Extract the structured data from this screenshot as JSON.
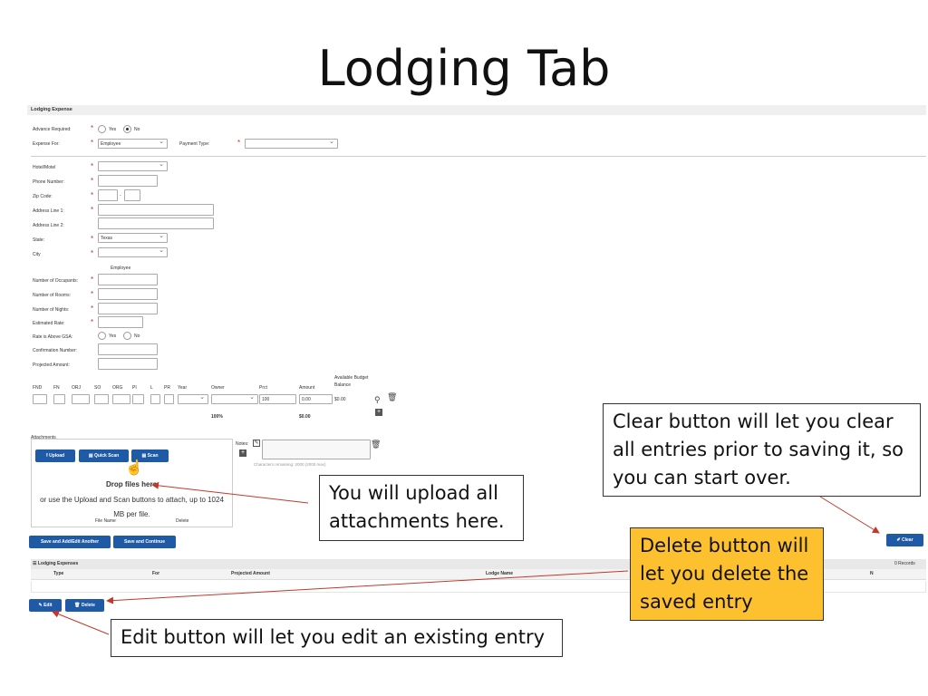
{
  "slide": {
    "title": "Lodging Tab"
  },
  "section": {
    "title": "Lodging Expense"
  },
  "fields": {
    "advance_required": {
      "label": "Advance Required:",
      "yes": "Yes",
      "no": "No"
    },
    "expense_for": {
      "label": "Expense For:",
      "value": "Employee"
    },
    "payment_type": {
      "label": "Payment Type:",
      "value": ""
    },
    "hotel": {
      "label": "Hotel/Motel"
    },
    "phone": {
      "label": "Phone Number:"
    },
    "zip": {
      "label": "Zip Code:",
      "sep": "-"
    },
    "address1": {
      "label": "Address Line 1:"
    },
    "address2": {
      "label": "Address Line 2:"
    },
    "state": {
      "label": "State:",
      "value": "Texas"
    },
    "city": {
      "label": "City"
    },
    "employee_note": "Employee",
    "occupants": {
      "label": "Number of Occupants:"
    },
    "rooms": {
      "label": "Number of Rooms:"
    },
    "nights": {
      "label": "Number of Nights:"
    },
    "est_rate": {
      "label": "Estimated Rate:"
    },
    "rate_above_gsa": {
      "label": "Rate is Above GSA:",
      "yes": "Yes",
      "no": "No"
    },
    "confirmation": {
      "label": "Confirmation Number:"
    },
    "projected": {
      "label": "Projected Amount:"
    }
  },
  "funding": {
    "headers": [
      "FND",
      "FN",
      "ORJ",
      "SO",
      "ORG",
      "PI",
      "L",
      "PR",
      "Year",
      "Owner",
      "Prct",
      "Amount",
      "Available Budget Balance"
    ],
    "prct_value": "100",
    "amount_value": "0.00",
    "balance_value": "$0.00",
    "total_pct": "100%",
    "total_amount": "$0.00"
  },
  "attachments": {
    "title": "Attachments",
    "upload": "Upload",
    "quick_scan": "Quick Scan",
    "scan": "Scan",
    "drop_text": "Drop files here",
    "drop_sub": "or use the Upload and Scan buttons to attach, up to 1024 MB per file.",
    "file_name": "File Name",
    "delete": "Delete",
    "notes_label": "Notes:",
    "chars_remaining": "Characters remaining:  2000   (2000 max)"
  },
  "actions": {
    "save_add": "Save and Add/Edit Another",
    "save_continue": "Save and Continue",
    "clear": "Clear"
  },
  "grid": {
    "title": "Lodging Expenses",
    "records": "0 Records",
    "columns": [
      "Type",
      "For",
      "Projected Amount",
      "Lodge Name",
      "N"
    ]
  },
  "grid_actions": {
    "edit": "Edit",
    "delete": "Delete"
  },
  "callouts": {
    "clear": "Clear button will let you clear all entries prior to saving it, so you can start over.",
    "upload": "You will upload all attachments here.",
    "delete": "Delete button will let you delete the saved entry",
    "edit": "Edit button will let you edit an existing entry"
  },
  "colors": {
    "accent": "#1f5aa6",
    "required": "#c0392b",
    "callout_yellow": "#fdc02f",
    "arrow": "#c0392b"
  }
}
